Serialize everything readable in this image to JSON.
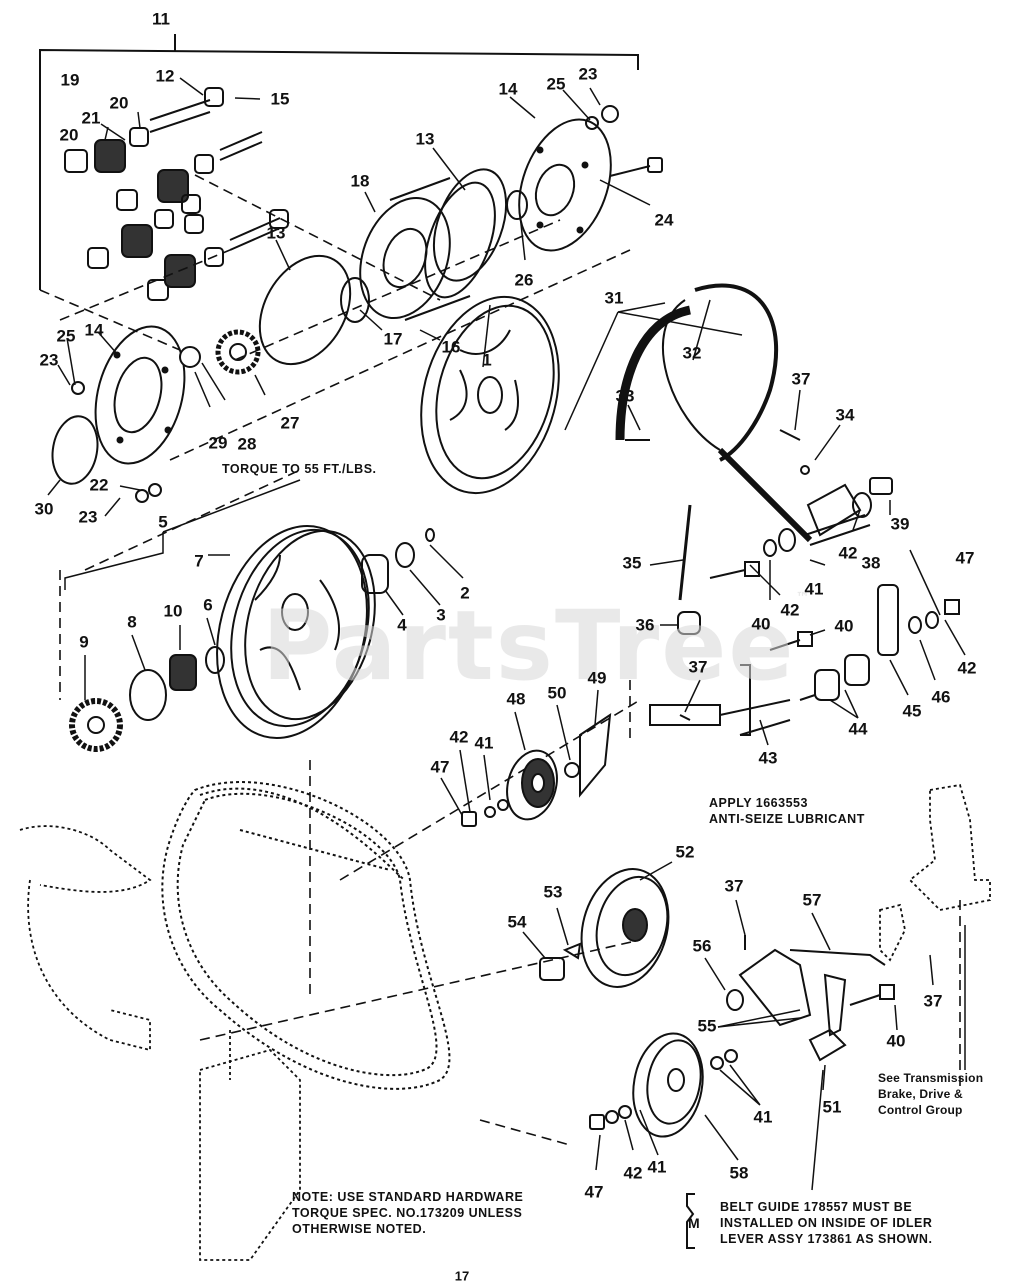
{
  "watermark": {
    "text": "PartsTree",
    "mark": "™"
  },
  "annotations": {
    "torque": "TORQUE TO 55 FT./LBS.",
    "lubricant": "APPLY 1663553\nANTI-SEIZE LUBRICANT",
    "see_transmission": "See Transmission\nBrake, Drive &\nControl Group",
    "note": "NOTE: USE STANDARD HARDWARE\nTORQUE SPEC. NO.173209 UNLESS\nOTHERWISE NOTED.",
    "belt_guide": "BELT GUIDE 178557 MUST BE\nINSTALLED ON INSIDE OF IDLER\nLEVER ASSY 173861 AS SHOWN.",
    "m_marker": "M"
  },
  "callouts": [
    {
      "id": "c11a",
      "text": "11"
    },
    {
      "id": "c19",
      "text": "19"
    },
    {
      "id": "c12",
      "text": "12"
    },
    {
      "id": "c15",
      "text": "15"
    },
    {
      "id": "c21",
      "text": "21"
    },
    {
      "id": "c20a",
      "text": "20"
    },
    {
      "id": "c20b",
      "text": "20"
    },
    {
      "id": "c14a",
      "text": "14"
    },
    {
      "id": "c25a",
      "text": "25"
    },
    {
      "id": "c23a",
      "text": "23"
    },
    {
      "id": "c13a",
      "text": "13"
    },
    {
      "id": "c18",
      "text": "18"
    },
    {
      "id": "c24",
      "text": "24"
    },
    {
      "id": "c13b",
      "text": "13"
    },
    {
      "id": "c26",
      "text": "26"
    },
    {
      "id": "c31",
      "text": "31"
    },
    {
      "id": "c17",
      "text": "17"
    },
    {
      "id": "c16",
      "text": "16"
    },
    {
      "id": "c25b",
      "text": "25"
    },
    {
      "id": "c14b",
      "text": "14"
    },
    {
      "id": "c23b",
      "text": "23"
    },
    {
      "id": "c27",
      "text": "27"
    },
    {
      "id": "c29",
      "text": "29"
    },
    {
      "id": "c28",
      "text": "28"
    },
    {
      "id": "c1",
      "text": "1"
    },
    {
      "id": "c32",
      "text": "32"
    },
    {
      "id": "c33",
      "text": "33"
    },
    {
      "id": "c37a",
      "text": "37"
    },
    {
      "id": "c34",
      "text": "34"
    },
    {
      "id": "c22",
      "text": "22"
    },
    {
      "id": "c30",
      "text": "30"
    },
    {
      "id": "c23c",
      "text": "23"
    },
    {
      "id": "c5",
      "text": "5"
    },
    {
      "id": "c7",
      "text": "7"
    },
    {
      "id": "c39",
      "text": "39"
    },
    {
      "id": "c35",
      "text": "35"
    },
    {
      "id": "c42a",
      "text": "42"
    },
    {
      "id": "c47a",
      "text": "47"
    },
    {
      "id": "c38",
      "text": "38"
    },
    {
      "id": "c41a",
      "text": "41"
    },
    {
      "id": "c2",
      "text": "2"
    },
    {
      "id": "c3",
      "text": "3"
    },
    {
      "id": "c4",
      "text": "4"
    },
    {
      "id": "c6",
      "text": "6"
    },
    {
      "id": "c8",
      "text": "8"
    },
    {
      "id": "c10",
      "text": "10"
    },
    {
      "id": "c9",
      "text": "9"
    },
    {
      "id": "c40a",
      "text": "40"
    },
    {
      "id": "c42b",
      "text": "42"
    },
    {
      "id": "c36",
      "text": "36"
    },
    {
      "id": "c40b",
      "text": "40"
    },
    {
      "id": "c46",
      "text": "46"
    },
    {
      "id": "c42c",
      "text": "42"
    },
    {
      "id": "c45",
      "text": "45"
    },
    {
      "id": "c37b",
      "text": "37"
    },
    {
      "id": "c49",
      "text": "49"
    },
    {
      "id": "c48",
      "text": "48"
    },
    {
      "id": "c50",
      "text": "50"
    },
    {
      "id": "c44",
      "text": "44"
    },
    {
      "id": "c43",
      "text": "43"
    },
    {
      "id": "c42d",
      "text": "42"
    },
    {
      "id": "c41b",
      "text": "41"
    },
    {
      "id": "c47b",
      "text": "47"
    },
    {
      "id": "c52",
      "text": "52"
    },
    {
      "id": "c53",
      "text": "53"
    },
    {
      "id": "c54",
      "text": "54"
    },
    {
      "id": "c37c",
      "text": "37"
    },
    {
      "id": "c57",
      "text": "57"
    },
    {
      "id": "c56",
      "text": "56"
    },
    {
      "id": "c37d",
      "text": "37"
    },
    {
      "id": "c55",
      "text": "55"
    },
    {
      "id": "c40c",
      "text": "40"
    },
    {
      "id": "c51",
      "text": "51"
    },
    {
      "id": "c41c",
      "text": "41"
    },
    {
      "id": "c58",
      "text": "58"
    },
    {
      "id": "c47c",
      "text": "47"
    },
    {
      "id": "c42e",
      "text": "42"
    },
    {
      "id": "c41d",
      "text": "41"
    },
    {
      "id": "cpage",
      "text": "17"
    }
  ]
}
